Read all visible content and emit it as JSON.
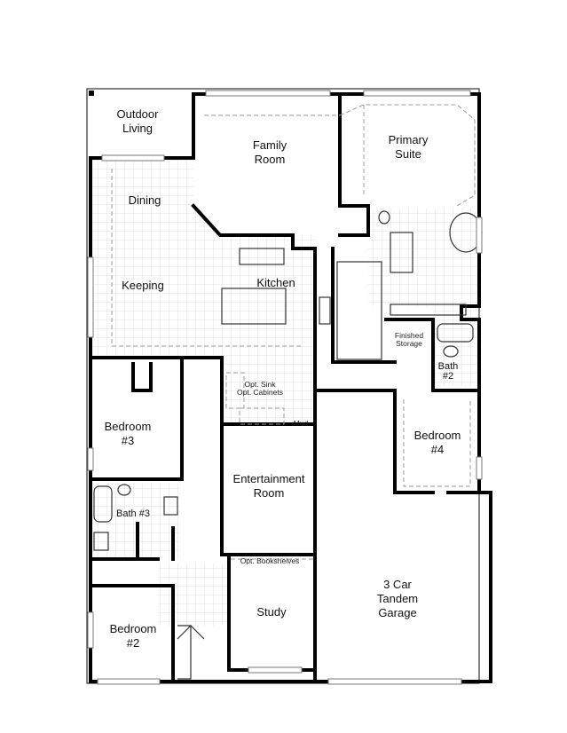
{
  "plan": {
    "rooms": {
      "outdoor_living": [
        "Outdoor",
        "Living"
      ],
      "family_room": [
        "Family",
        "Room"
      ],
      "primary_suite": [
        "Primary",
        "Suite"
      ],
      "dining": "Dining",
      "keeping": "Keeping",
      "kitchen": "Kitchen",
      "opt_sink": [
        "Opt. Sink",
        "Opt. Cabinets"
      ],
      "mud": "Mud",
      "finished_storage": [
        "Finished",
        "Storage"
      ],
      "bath2": [
        "Bath",
        "#2"
      ],
      "bedroom3": [
        "Bedroom",
        "#3"
      ],
      "bedroom4": [
        "Bedroom",
        "#4"
      ],
      "entertainment": [
        "Entertainment",
        "Room"
      ],
      "bath3": "Bath #3",
      "bookshelves": "Opt. Bookshelves",
      "study": "Study",
      "garage": [
        "3 Car",
        "Tandem",
        "Garage"
      ],
      "bedroom2": [
        "Bedroom",
        "#2"
      ]
    },
    "colors": {
      "wall": "#000000",
      "tile": "#d8d8d8",
      "dash": "#999999"
    }
  }
}
